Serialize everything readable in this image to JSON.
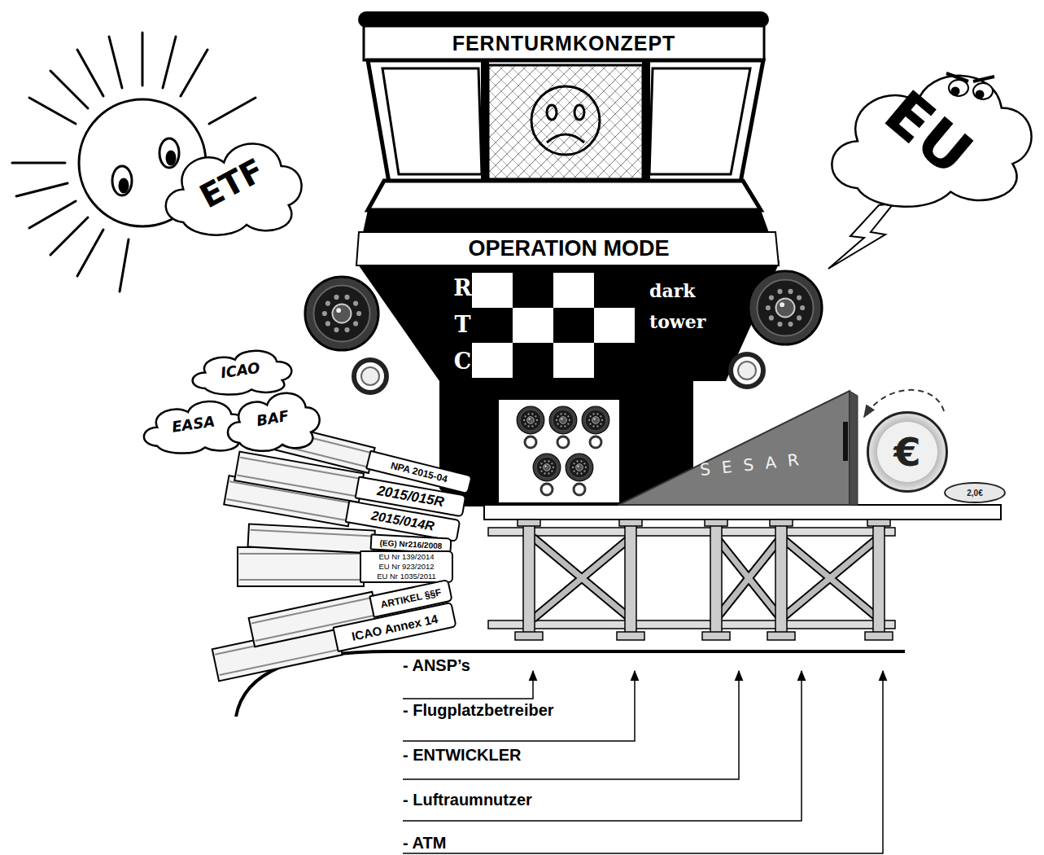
{
  "diagram": {
    "nodes": [
      {
        "text": [
          "FERNTURMKONZEPT"
        ]
      },
      {
        "text": [
          "OPERATION MODE"
        ]
      },
      {
        "text": [
          "ETF"
        ]
      },
      {
        "text": [
          "EU"
        ]
      },
      {
        "text": [
          "ICAO"
        ]
      },
      {
        "text": [
          "EASA"
        ]
      },
      {
        "text": [
          "BAF"
        ]
      },
      {
        "text": [
          "NPA 2015-04"
        ]
      },
      {
        "text": [
          "2015/015R"
        ]
      },
      {
        "text": [
          "2015/014R"
        ]
      },
      {
        "text": [
          "(EG) Nr216/2008"
        ]
      },
      {
        "text": [
          "EU Nr 139/2014",
          "EU Nr 923/2012",
          "EU Nr 1035/2011"
        ]
      },
      {
        "text": [
          "ARTIKEL §§F"
        ]
      },
      {
        "text": [
          "ICAO Annex 14"
        ]
      },
      {
        "text": [
          "SESAR"
        ]
      },
      {
        "text": [
          "€"
        ]
      },
      {
        "text": [
          "2,0€"
        ]
      }
    ],
    "labels": [
      "RTC",
      "dark tower",
      "- ANSP’s",
      "- Flugplatzbetreiber",
      "- ENTWICKLER",
      "- Luftraumnutzer",
      "- ATM"
    ]
  }
}
